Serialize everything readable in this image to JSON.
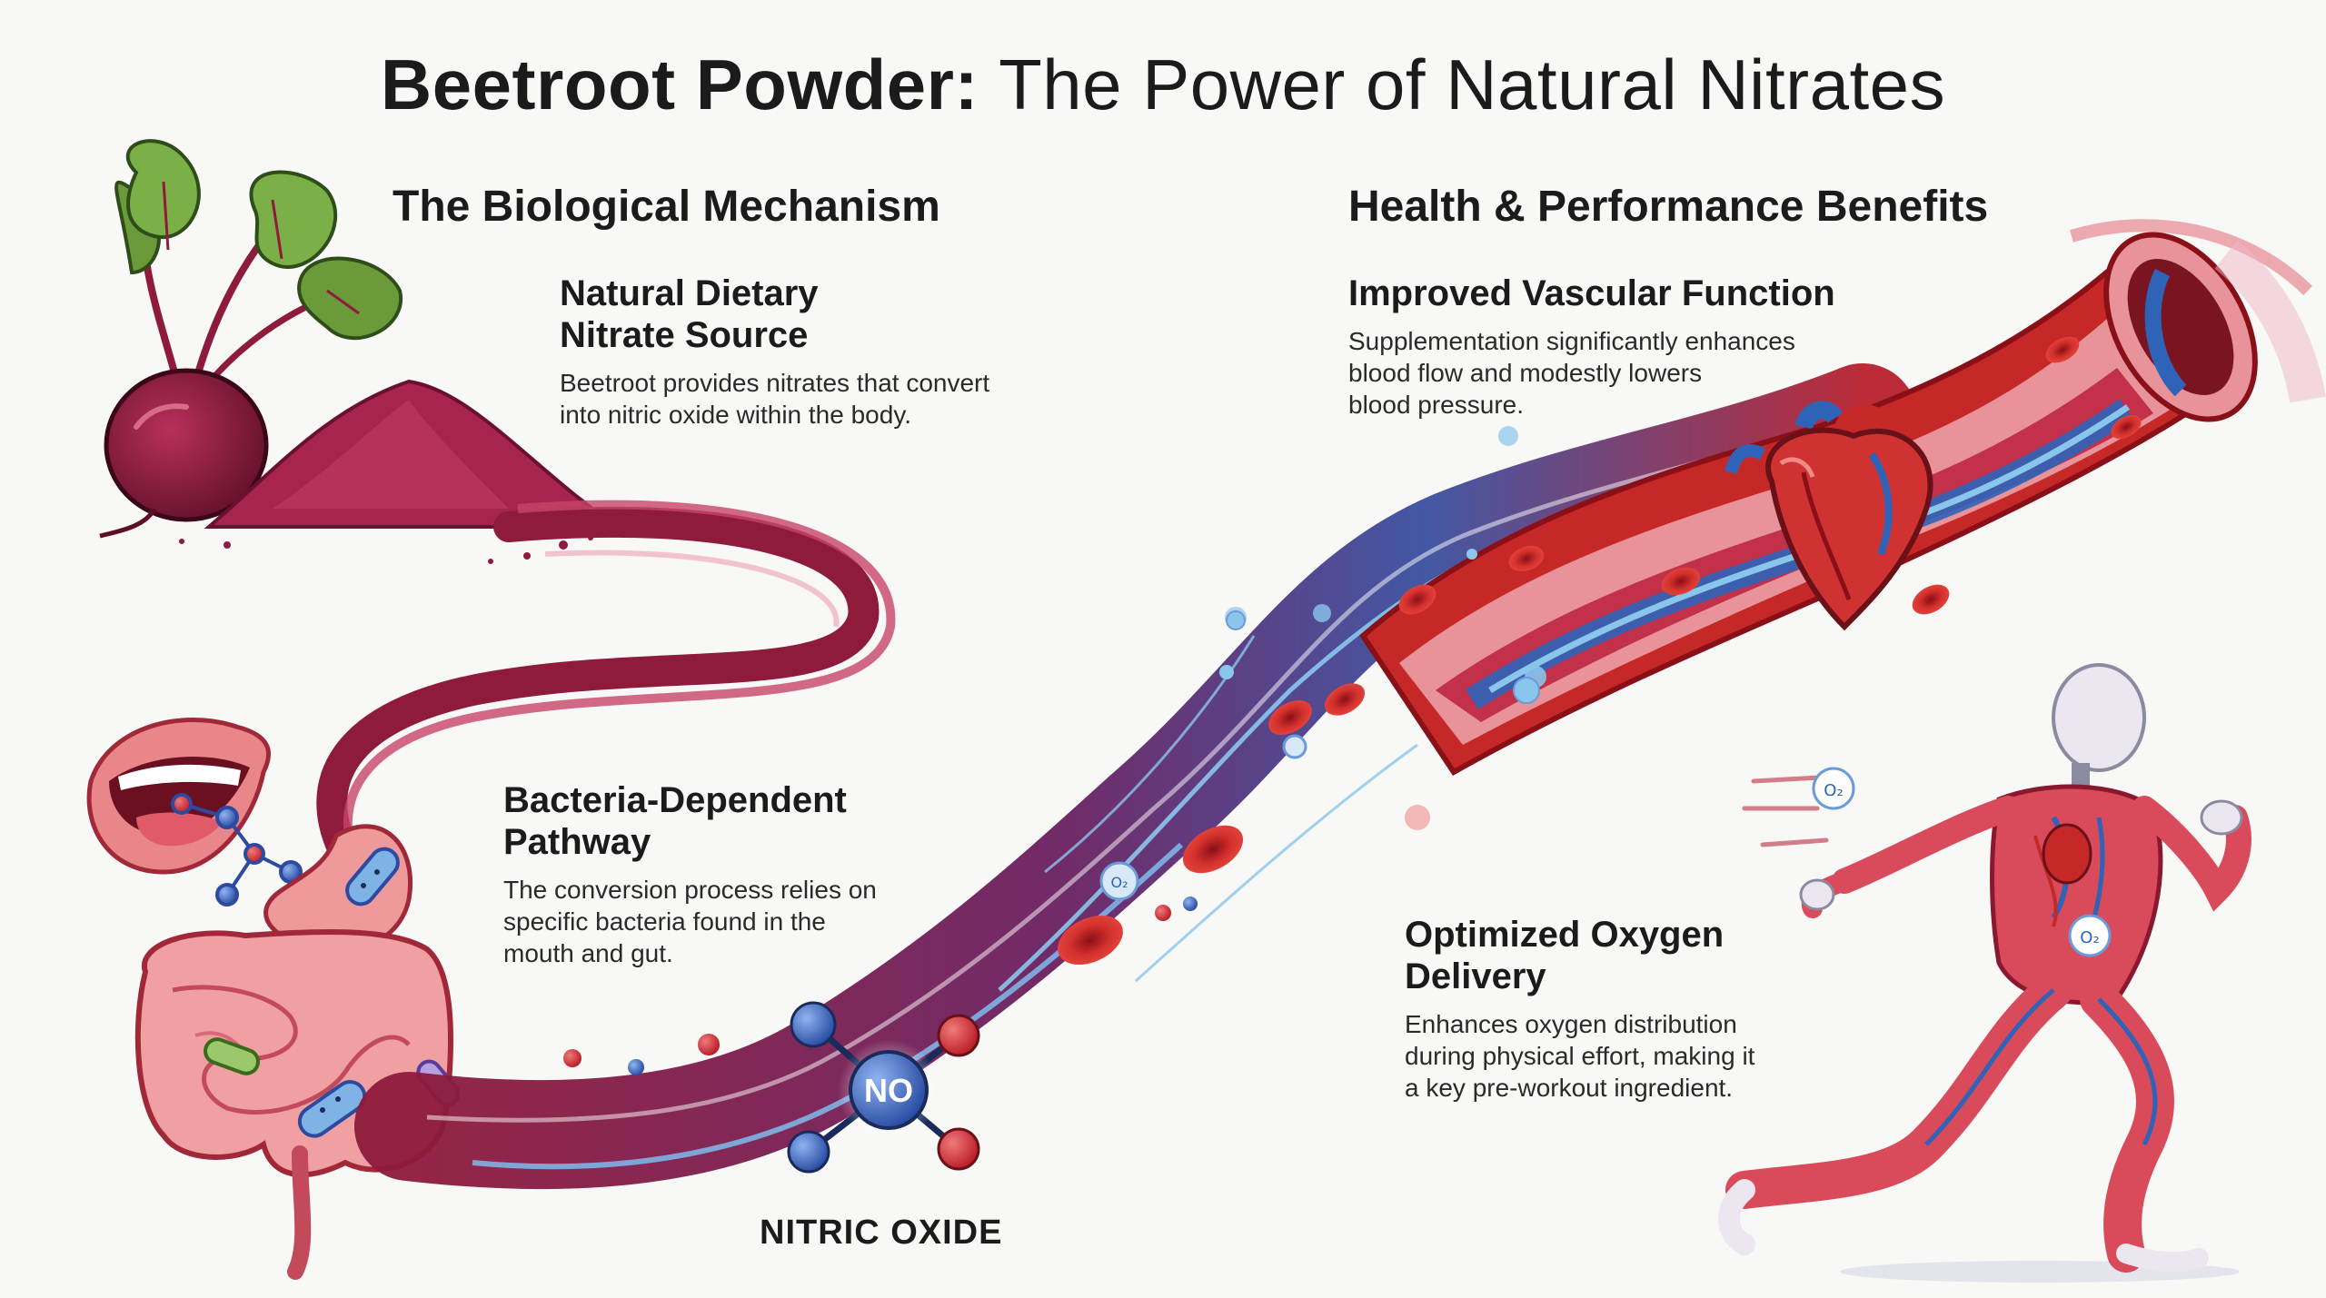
{
  "title": {
    "bold": "Beetroot Powder:",
    "rest": "The Power of Natural Nitrates"
  },
  "sections": {
    "mechanism": "The Biological Mechanism",
    "benefits": "Health & Performance Benefits"
  },
  "blocks": {
    "nitrate_source": {
      "heading_line1": "Natural Dietary",
      "heading_line2": "Nitrate Source",
      "text_line1": "Beetroot provides nitrates that convert",
      "text_line2": "into nitric oxide within the body."
    },
    "bacteria": {
      "heading_line1": "Bacteria-Dependent",
      "heading_line2": "Pathway",
      "text_line1": "The conversion process relies on",
      "text_line2": "specific bacteria found in the",
      "text_line3": "mouth and gut."
    },
    "vascular": {
      "heading": "Improved Vascular Function",
      "text_line1": "Supplementation significantly enhances",
      "text_line2": "blood flow and modestly lowers",
      "text_line3": "blood pressure."
    },
    "oxygen": {
      "heading_line1": "Optimized Oxygen",
      "heading_line2": "Delivery",
      "text_line1": "Enhances oxygen distribution",
      "text_line2": "during physical effort, making it",
      "text_line3": "a key pre-workout ingredient."
    }
  },
  "molecule": {
    "symbol": "NO",
    "label": "NITRIC OXIDE"
  },
  "bubbles": {
    "o2": "O₂"
  },
  "colors": {
    "beet": "#8e1a3c",
    "blood": "#c62828",
    "vessel_wall": "#e4a0a6",
    "blue_flow": "#2f63b8",
    "light_blue": "#8ac6ec",
    "gut": "#e88a8a",
    "leaf": "#6a9a3a",
    "bacteria": "#7fb2e5"
  },
  "icons": [
    "beetroot-icon",
    "powder-pile-icon",
    "mouth-icon",
    "stomach-icon",
    "intestine-icon",
    "bacteria-icon",
    "blood-vessel-icon",
    "heart-icon",
    "runner-icon",
    "no-molecule-icon",
    "o2-bubble-icon"
  ]
}
